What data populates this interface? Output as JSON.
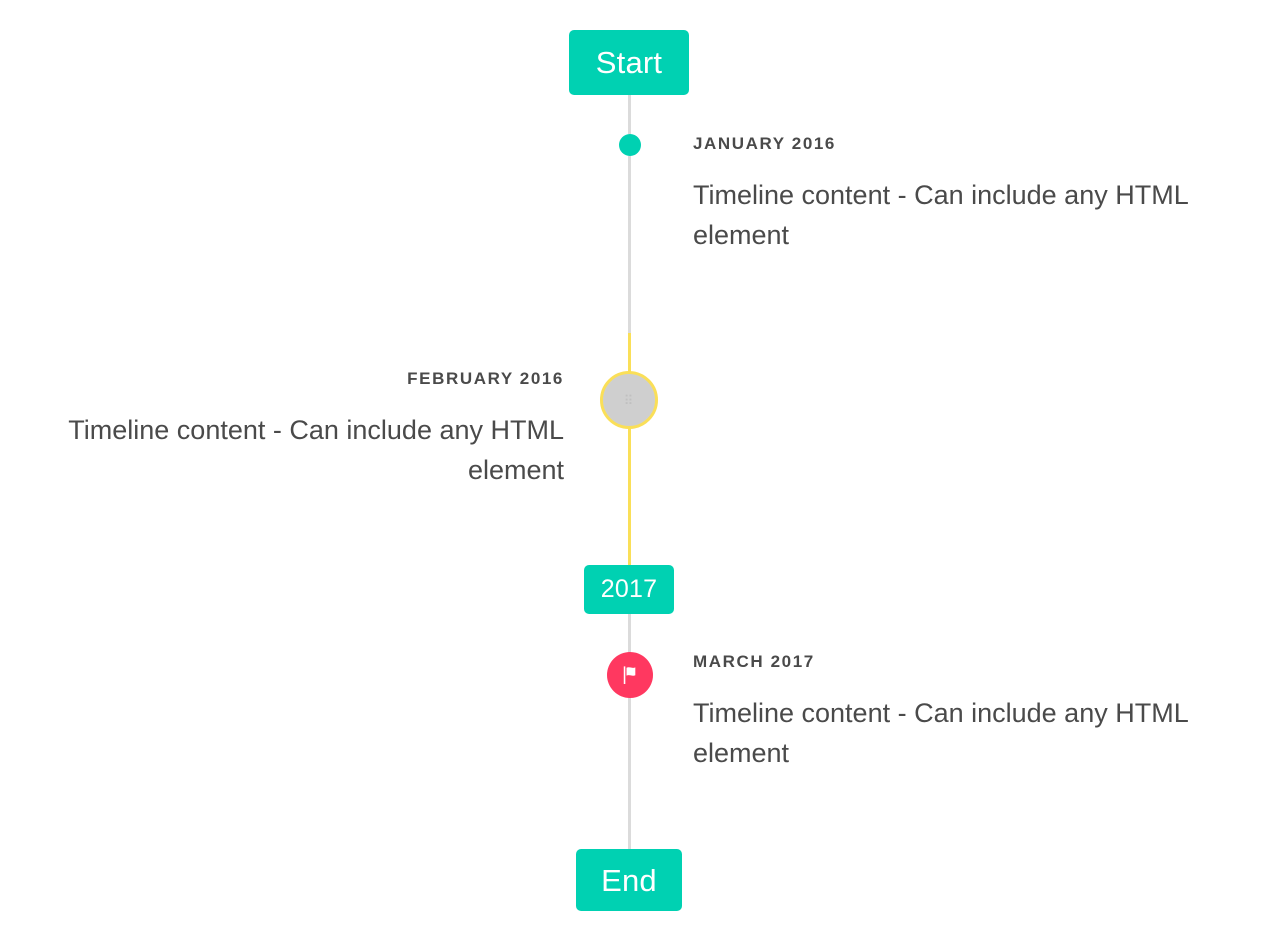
{
  "timeline": {
    "start_label": "Start",
    "mid_label": "2017",
    "end_label": "End",
    "entries": [
      {
        "heading": "JANUARY 2016",
        "body": "Timeline content - Can include any HTML element",
        "side": "right",
        "marker": "dot",
        "marker_color": "#00d1b2"
      },
      {
        "heading": "FEBRUARY 2016",
        "body": "Timeline content - Can include any HTML element",
        "side": "left",
        "marker": "ring",
        "marker_color": "#fadf58",
        "marker_glyph": "⠿"
      },
      {
        "heading": "MARCH 2017",
        "body": "Timeline content - Can include any HTML element",
        "side": "right",
        "marker": "flag",
        "marker_color": "#ff3860"
      }
    ]
  },
  "colors": {
    "primary": "#00d1b2",
    "warning": "#fadf58",
    "danger": "#ff3860",
    "rail": "#dbdbdb",
    "text": "#4a4a4a"
  }
}
